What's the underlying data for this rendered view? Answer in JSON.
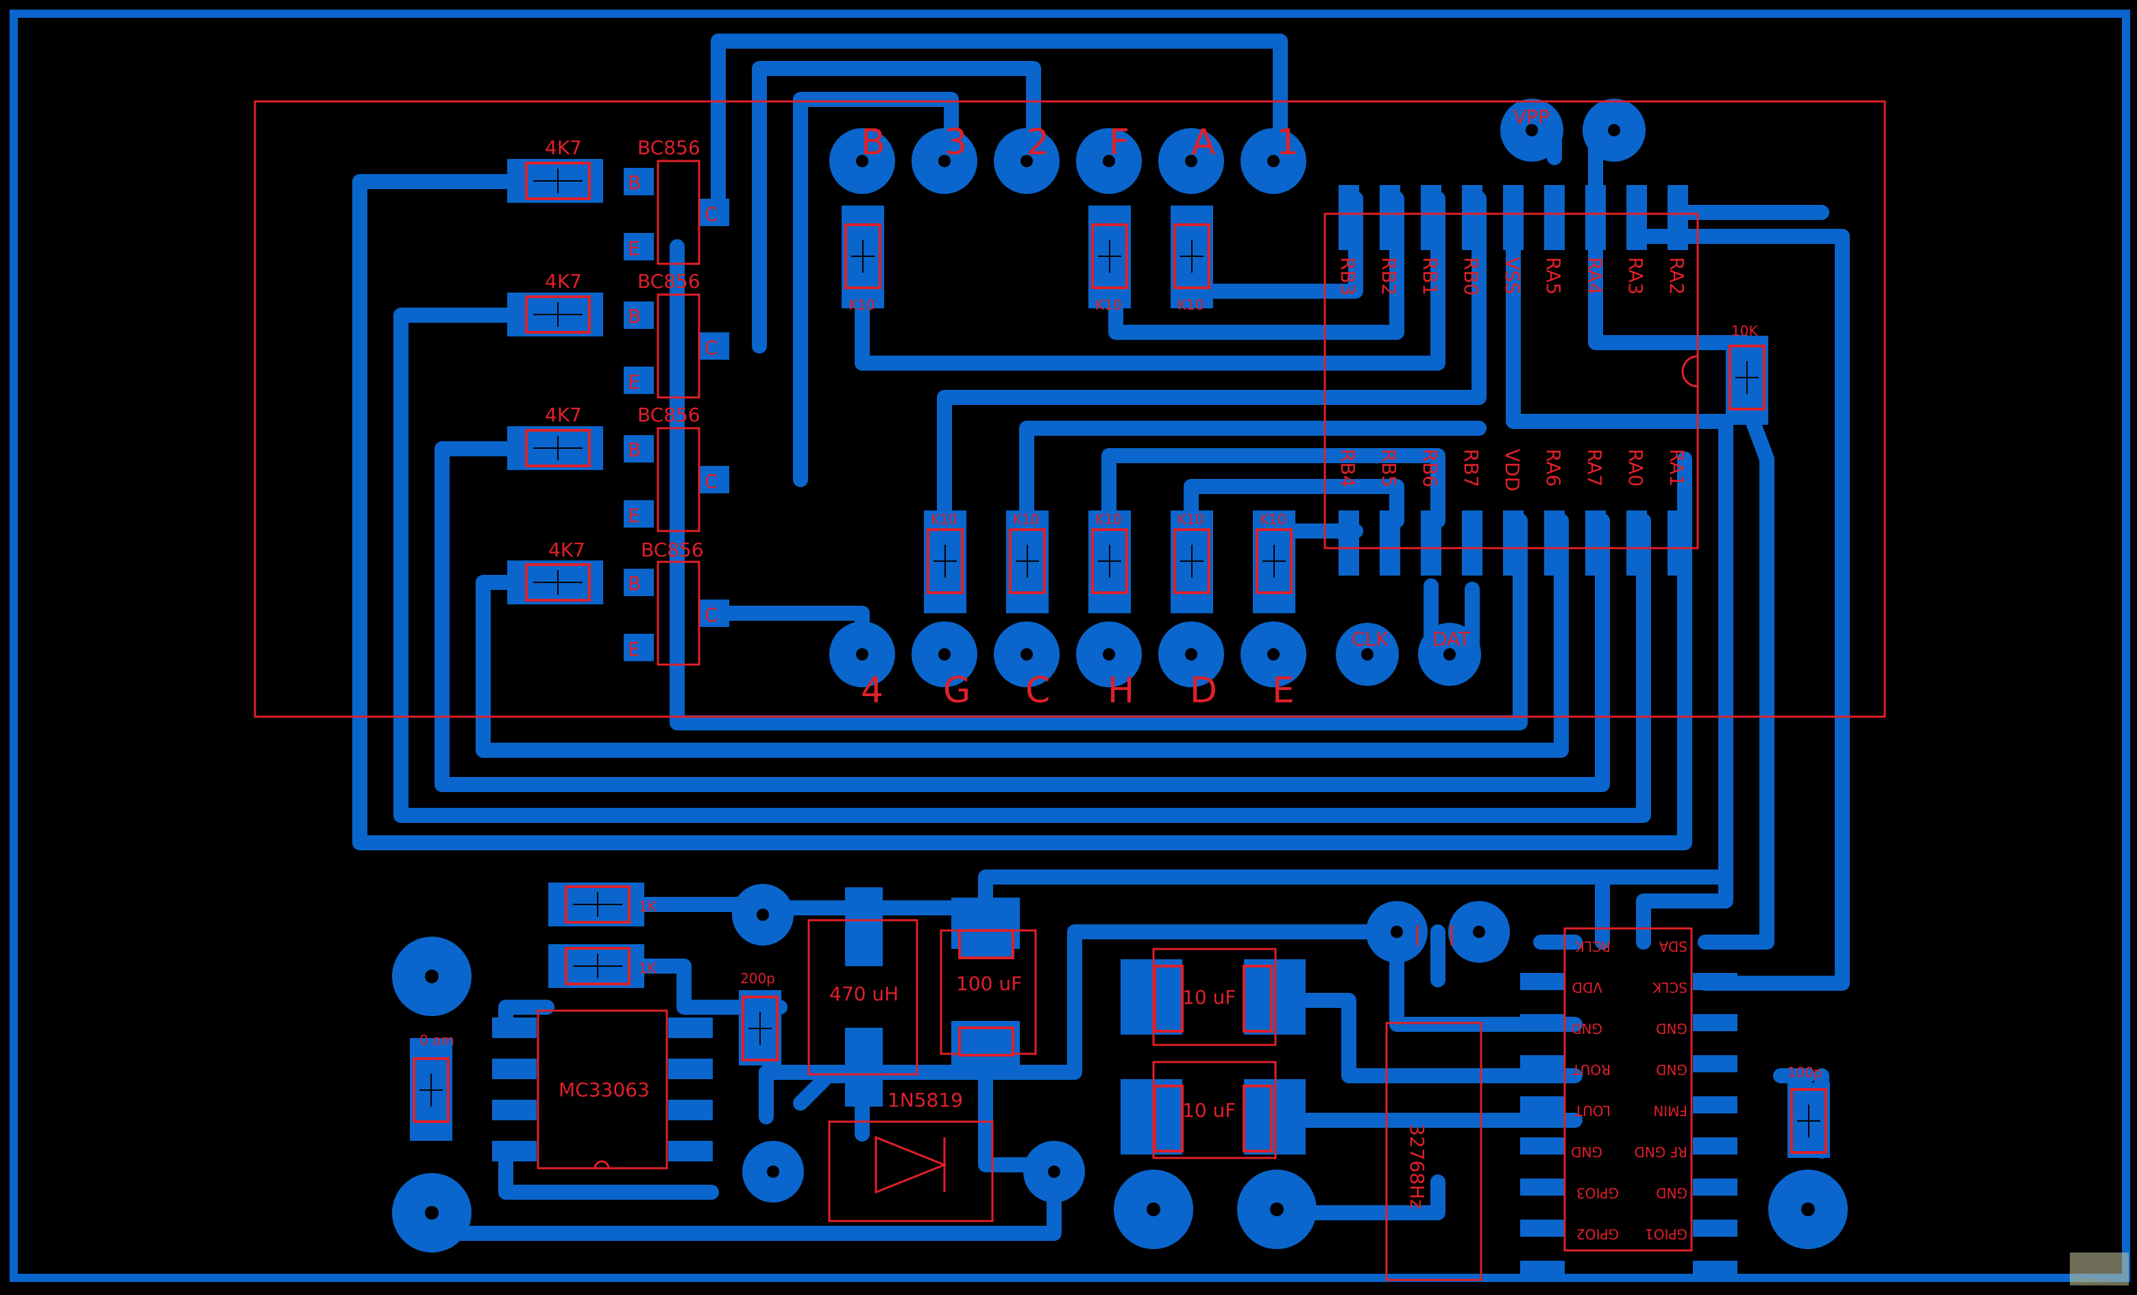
{
  "colors": {
    "background": "#000000",
    "copper": "#0a66cc",
    "silkscreen": "#e0202a"
  },
  "transistors": {
    "name": "BC856",
    "pins": {
      "base": "B",
      "emitter": "E",
      "collector": "C"
    }
  },
  "resistors": {
    "base": "4K7",
    "segment": "K10",
    "pullup": "10K",
    "led": "1K"
  },
  "pads": {
    "top": [
      "B",
      "3",
      "2",
      "F",
      "A",
      "1"
    ],
    "bottom": [
      "4",
      "G",
      "C",
      "H",
      "D",
      "E"
    ],
    "prog_vpp": "VPP",
    "prog_clk": "CLK",
    "prog_dat": "DAT"
  },
  "mcu": {
    "pins_top": [
      "RB3",
      "RB2",
      "RB1",
      "RB0",
      "VSS",
      "RA5",
      "RA4",
      "RA3",
      "RA2"
    ],
    "pins_bottom": [
      "RB4",
      "RB5",
      "RB6",
      "RB7",
      "VDD",
      "RA6",
      "RA7",
      "RA0",
      "RA1"
    ]
  },
  "power": {
    "regulator": "MC33063",
    "inductor": "470 uH",
    "cap_out": "100 uF",
    "diode": "1N5819",
    "cap_timing": "200p",
    "sense_res": "0 om"
  },
  "radio": {
    "crystal": "32768Hz",
    "cap_a": "10 uF",
    "cap_b": "10 uF",
    "cap_fm": "100p",
    "pins_left": [
      "RCLK",
      "VDD",
      "GND",
      "ROUT",
      "LOUT",
      "GND",
      "GPIO3",
      "GPIO2"
    ],
    "pins_right": [
      "SDA",
      "SCLK",
      "GND",
      "GND",
      "FMIN",
      "RF GND",
      "GND",
      "GPIO1"
    ]
  },
  "watermark": "radiokot.ru"
}
